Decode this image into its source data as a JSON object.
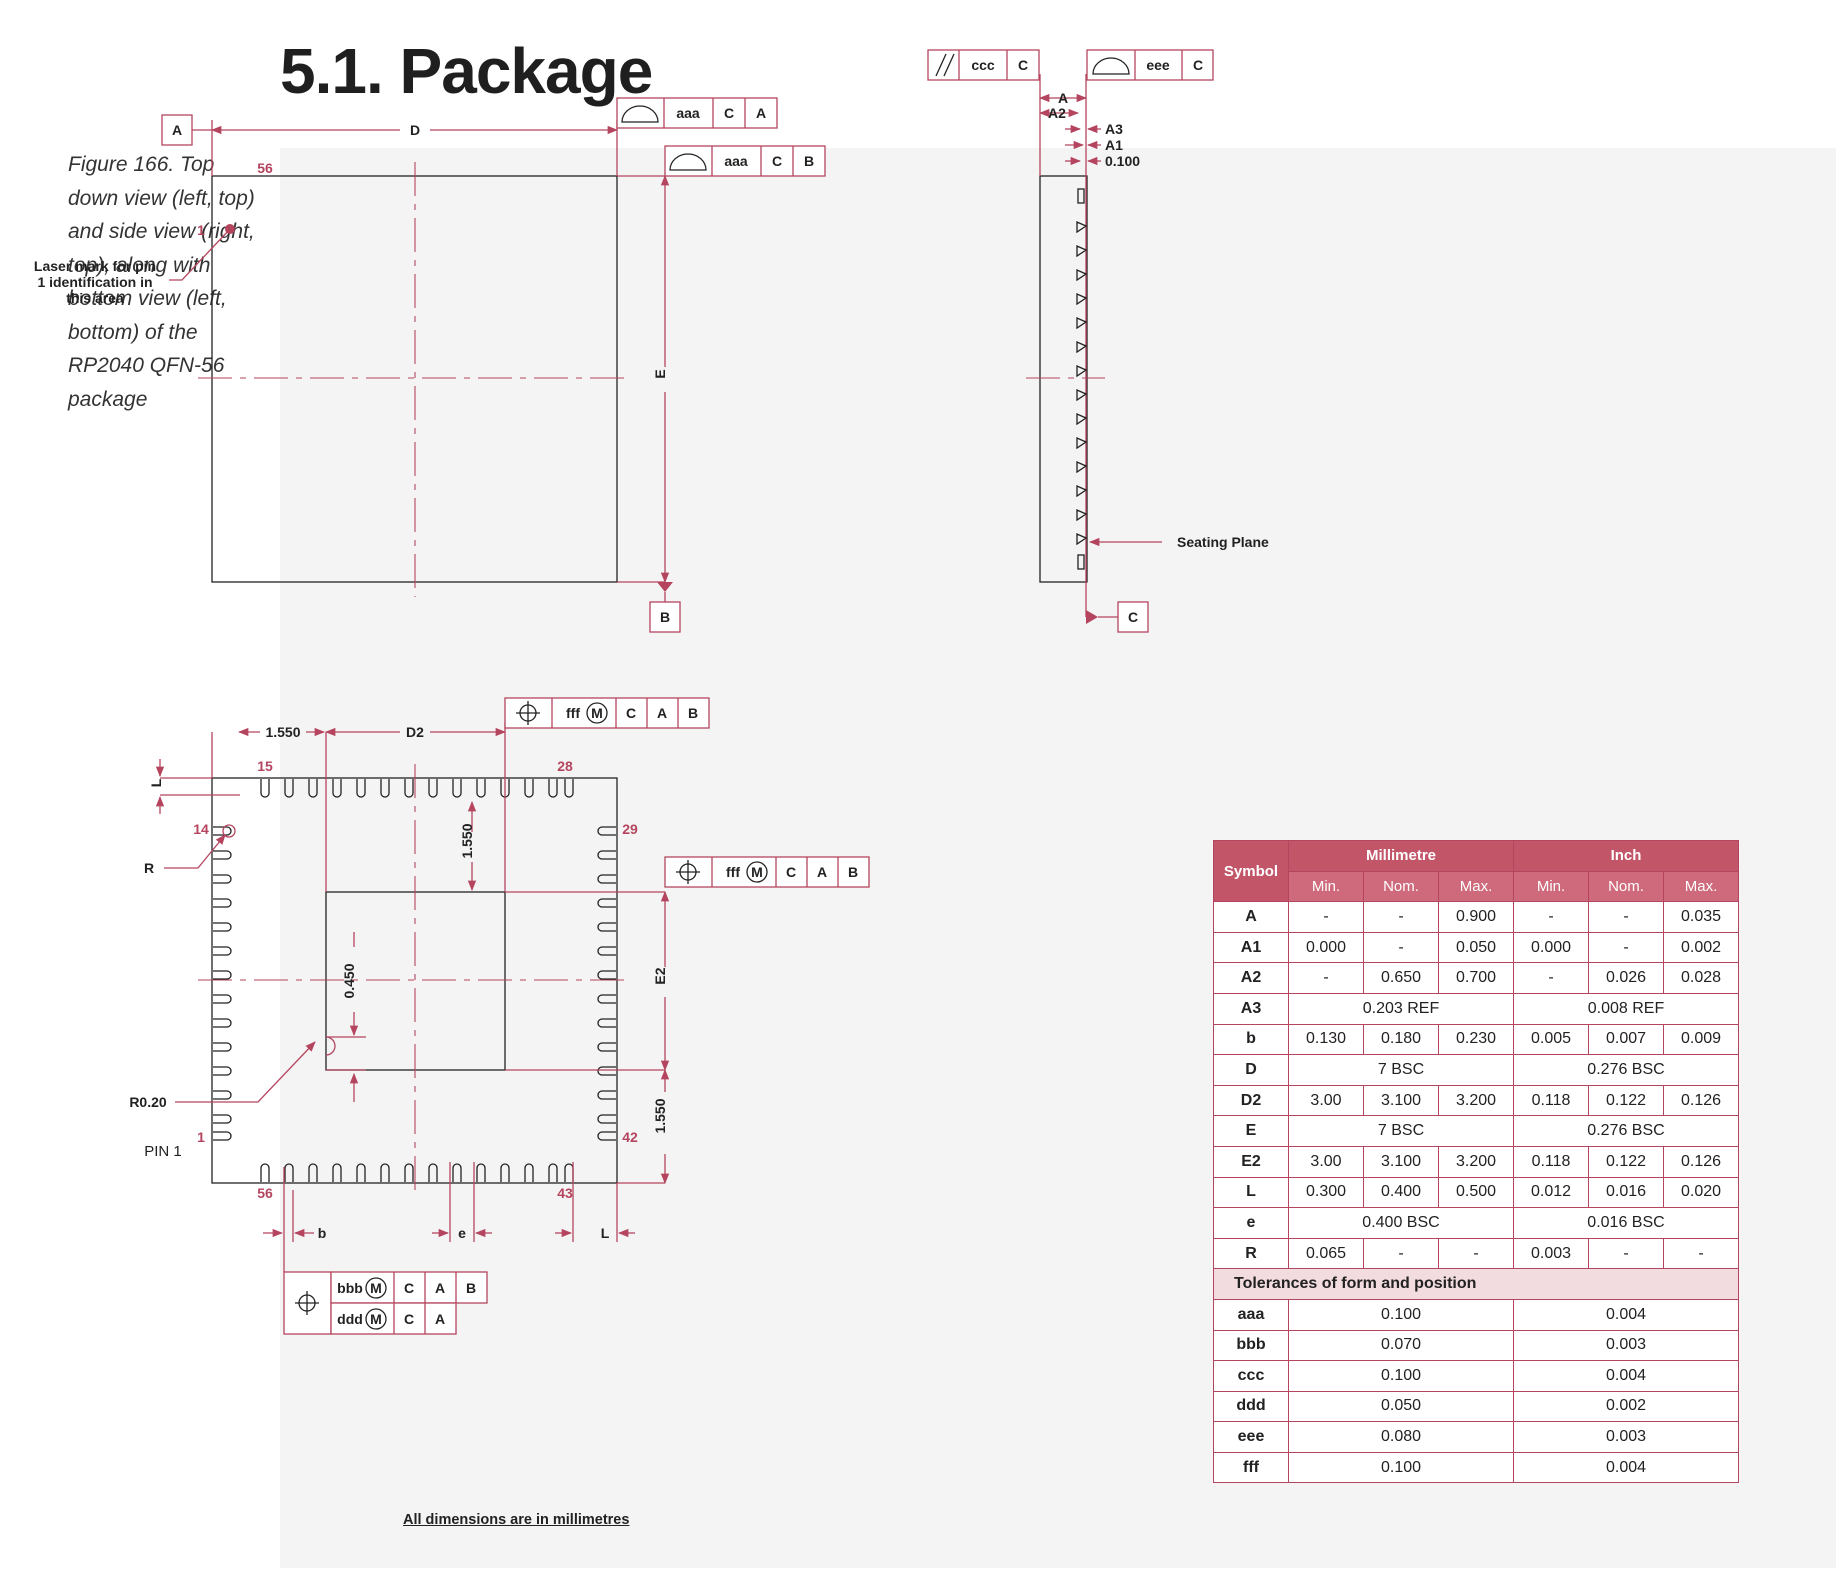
{
  "title": "5.1. Package",
  "caption": "Figure 166. Top down view (left, top) and side view (right, top), along with bottom view (left, bottom) of the RP2040 QFN-56 package",
  "drawing": {
    "top": {
      "datum_a": "A",
      "datum_b": "B",
      "dim_d": "D",
      "dim_e": "E",
      "pin56": "56",
      "pin1": "1",
      "laser_mark": [
        "Laser mark for pin",
        "1 identification in",
        "this area"
      ],
      "fcf1": [
        "aaa",
        "C",
        "A"
      ],
      "fcf2": [
        "aaa",
        "C",
        "B"
      ]
    },
    "side": {
      "fcf_ccc": [
        "ccc",
        "C"
      ],
      "fcf_eee": [
        "eee",
        "C"
      ],
      "dims": [
        "A",
        "A2",
        "A3",
        "A1",
        "0.100"
      ],
      "seating": "Seating Plane",
      "datum_c": "C"
    },
    "bottom": {
      "dim_1550_top": "1.550",
      "dim_d2": "D2",
      "dim_l": "L",
      "pins": [
        "15",
        "28",
        "14",
        "29",
        "1",
        "42",
        "56",
        "43"
      ],
      "dim_1550_v": "1.550",
      "dim_e2": "E2",
      "dim_0450": "0.450",
      "dim_1550_r": "1.550",
      "r": "R",
      "r020": "R0.20",
      "pin1": "PIN 1",
      "b": "b",
      "e": "e",
      "l": "L",
      "fcf_fff1": [
        "fff",
        "M",
        "C",
        "A",
        "B"
      ],
      "fcf_fff2": [
        "fff",
        "M",
        "C",
        "A",
        "B"
      ],
      "fcf_bbb": [
        "bbb",
        "M",
        "C",
        "A",
        "B"
      ],
      "fcf_ddd": [
        "ddd",
        "M",
        "C",
        "A"
      ]
    },
    "note": "All dimensions are in millimetres"
  },
  "table": {
    "headers": {
      "symbol": "Symbol",
      "mm": "Millimetre",
      "inch": "Inch",
      "sub": [
        "Min.",
        "Nom.",
        "Max.",
        "Min.",
        "Nom.",
        "Max."
      ]
    },
    "rows": [
      {
        "s": "A",
        "mm": [
          "-",
          "-",
          "0.900"
        ],
        "in": [
          "-",
          "-",
          "0.035"
        ]
      },
      {
        "s": "A1",
        "mm": [
          "0.000",
          "-",
          "0.050"
        ],
        "in": [
          "0.000",
          "-",
          "0.002"
        ]
      },
      {
        "s": "A2",
        "mm": [
          "-",
          "0.650",
          "0.700"
        ],
        "in": [
          "-",
          "0.026",
          "0.028"
        ]
      },
      {
        "s": "A3",
        "mm_span": "0.203 REF",
        "in_span": "0.008 REF"
      },
      {
        "s": "b",
        "mm": [
          "0.130",
          "0.180",
          "0.230"
        ],
        "in": [
          "0.005",
          "0.007",
          "0.009"
        ]
      },
      {
        "s": "D",
        "mm_span": "7 BSC",
        "in_span": "0.276 BSC"
      },
      {
        "s": "D2",
        "mm": [
          "3.00",
          "3.100",
          "3.200"
        ],
        "in": [
          "0.118",
          "0.122",
          "0.126"
        ]
      },
      {
        "s": "E",
        "mm_span": "7 BSC",
        "in_span": "0.276 BSC"
      },
      {
        "s": "E2",
        "mm": [
          "3.00",
          "3.100",
          "3.200"
        ],
        "in": [
          "0.118",
          "0.122",
          "0.126"
        ]
      },
      {
        "s": "L",
        "mm": [
          "0.300",
          "0.400",
          "0.500"
        ],
        "in": [
          "0.012",
          "0.016",
          "0.020"
        ]
      },
      {
        "s": "e",
        "mm_span": "0.400 BSC",
        "in_span": "0.016 BSC"
      },
      {
        "s": "R",
        "mm": [
          "0.065",
          "-",
          "-"
        ],
        "in": [
          "0.003",
          "-",
          "-"
        ]
      }
    ],
    "section": "Tolerances of form and position",
    "tol": [
      {
        "s": "aaa",
        "mm": "0.100",
        "in": "0.004"
      },
      {
        "s": "bbb",
        "mm": "0.070",
        "in": "0.003"
      },
      {
        "s": "ccc",
        "mm": "0.100",
        "in": "0.004"
      },
      {
        "s": "ddd",
        "mm": "0.050",
        "in": "0.002"
      },
      {
        "s": "eee",
        "mm": "0.080",
        "in": "0.003"
      },
      {
        "s": "fff",
        "mm": "0.100",
        "in": "0.004"
      }
    ]
  }
}
